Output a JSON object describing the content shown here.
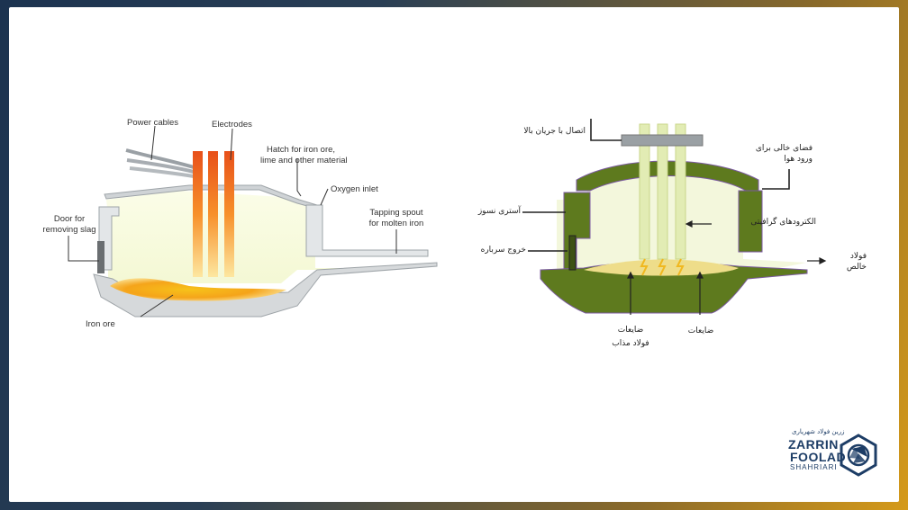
{
  "left_diagram": {
    "power_cables": "Power cables",
    "electrodes": "Electrodes",
    "hatch_line1": "Hatch for iron ore,",
    "hatch_line2": "lime and other material",
    "oxygen_inlet": "Oxygen inlet",
    "door_line1": "Door for",
    "door_line2": "removing slag",
    "tapping_line1": "Tapping spout",
    "tapping_line2": "for molten iron",
    "iron_ore": "Iron ore"
  },
  "right_diagram": {
    "upper_current": "اتصال با جریان بالا",
    "air_space_line1": "فضای خالی برای",
    "air_space_line2": "ورود هوا",
    "refractory": "آستری نسوز",
    "graphite_electrodes": "الکترودهای گرافیتی",
    "slag_outlet": "خروج سرباره",
    "pure_steel_line1": "فولاد",
    "pure_steel_line2": "خالص",
    "scrap_left": "ضایعات",
    "molten_steel": "فولاد مذاب",
    "scrap_right": "ضایعات"
  },
  "logo": {
    "line1": "ZARRIN",
    "line2": "FOOLAD",
    "line3": "SHAHRIARI",
    "persian": "زرین فولاد شهریاری",
    "icon": "camera-aperture-icon"
  },
  "colors": {
    "frame_dark": "#1c3350",
    "frame_gold": "#d59a1a",
    "furnace_green": "#5e7a1e",
    "electrode_green": "#e2ecb4",
    "molten_orange": "#f2a010"
  }
}
